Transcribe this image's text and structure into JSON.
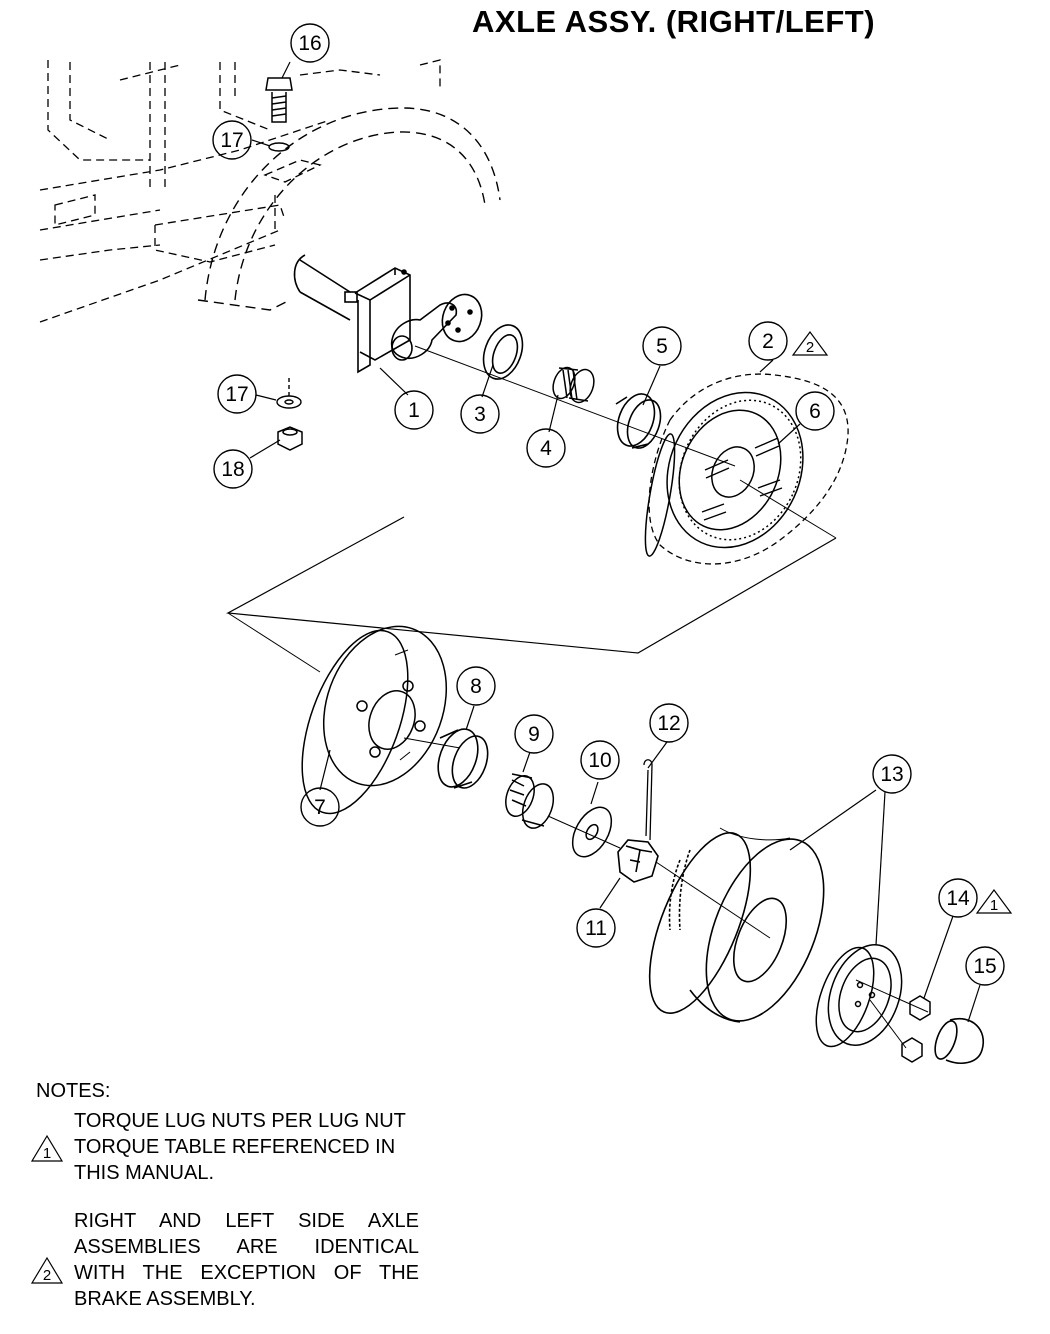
{
  "title": "AXLE ASSY. (RIGHT/LEFT)",
  "callouts": [
    {
      "id": "c1",
      "label": "1"
    },
    {
      "id": "c2",
      "label": "2"
    },
    {
      "id": "c3",
      "label": "3"
    },
    {
      "id": "c4",
      "label": "4"
    },
    {
      "id": "c5",
      "label": "5"
    },
    {
      "id": "c6",
      "label": "6"
    },
    {
      "id": "c7",
      "label": "7"
    },
    {
      "id": "c8",
      "label": "8"
    },
    {
      "id": "c9",
      "label": "9"
    },
    {
      "id": "c10",
      "label": "10"
    },
    {
      "id": "c11",
      "label": "11"
    },
    {
      "id": "c12",
      "label": "12"
    },
    {
      "id": "c13",
      "label": "13"
    },
    {
      "id": "c14",
      "label": "14"
    },
    {
      "id": "c15",
      "label": "15"
    },
    {
      "id": "c16",
      "label": "16"
    },
    {
      "id": "c17a",
      "label": "17"
    },
    {
      "id": "c17b",
      "label": "17"
    },
    {
      "id": "c18",
      "label": "18"
    }
  ],
  "note_flags": {
    "item2": "2",
    "item14": "1"
  },
  "notes": {
    "heading": "NOTES:",
    "note1": {
      "flag": "1",
      "lines": [
        "TORQUE LUG NUTS PER LUG NUT",
        "TORQUE TABLE REFERENCED IN",
        "THIS MANUAL."
      ]
    },
    "note2": {
      "flag": "2",
      "lines": [
        "RIGHT AND LEFT SIDE AXLE",
        "ASSEMBLIES ARE IDENTICAL",
        "WITH THE EXCEPTION OF THE",
        "BRAKE ASSEMBLY."
      ]
    }
  }
}
